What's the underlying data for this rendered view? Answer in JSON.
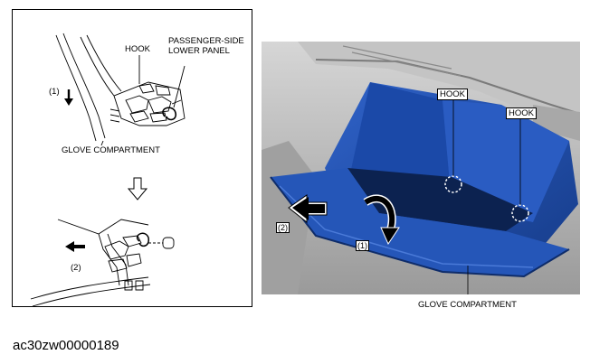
{
  "left_panel": {
    "top": {
      "hook_label": "HOOK",
      "panel_label_1": "PASSENGER-SIDE",
      "panel_label_2": "LOWER PANEL",
      "step_label": "(1)",
      "glove_label": "GLOVE COMPARTMENT"
    },
    "bottom": {
      "step_label": "(2)"
    }
  },
  "photo": {
    "hook_label_1": "HOOK",
    "hook_label_2": "HOOK",
    "step_1": "(1)",
    "step_2": "(2)",
    "glove_label": "GLOVE COMPARTMENT",
    "colors": {
      "glovebox": "#1f4fb0",
      "interior": "#b8b8b8"
    }
  },
  "doc_id": "ac30zw00000189"
}
